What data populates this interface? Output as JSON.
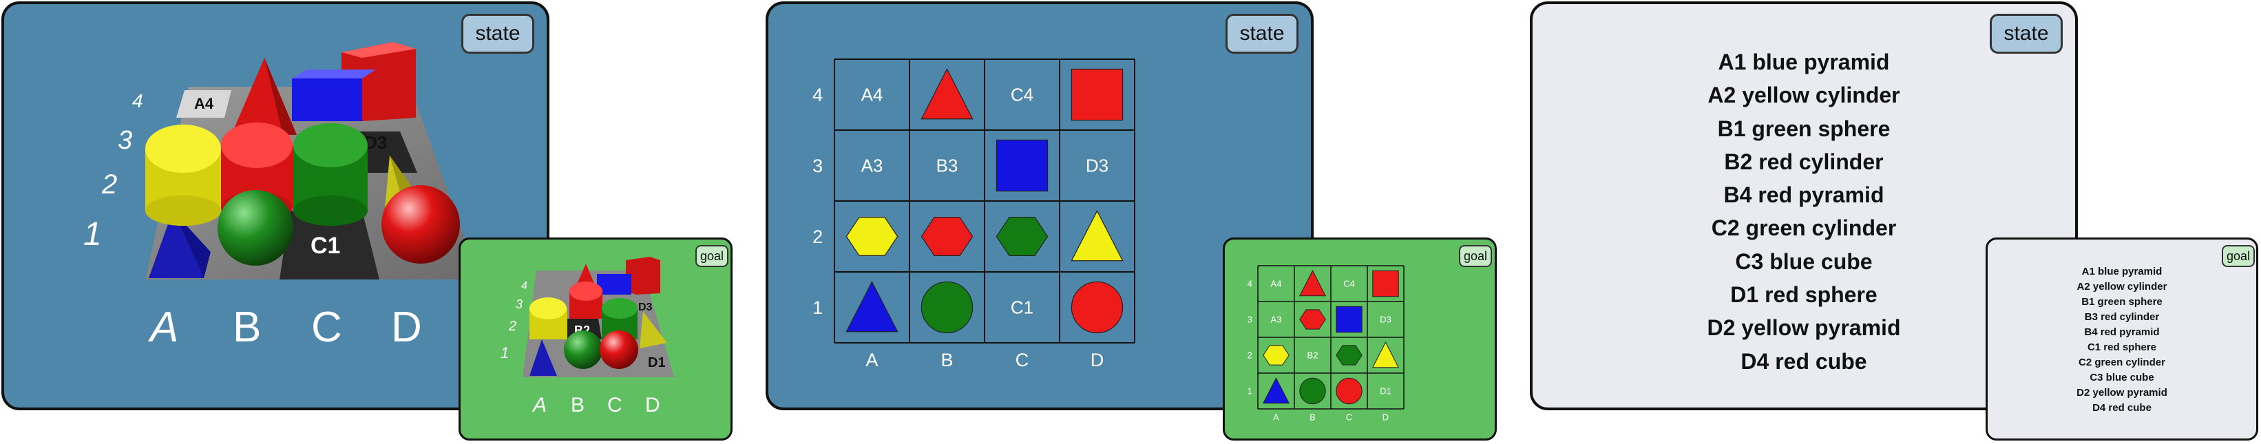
{
  "labels": {
    "state": "state",
    "goal": "goal"
  },
  "scene": {
    "rows": [
      "1",
      "2",
      "3",
      "4"
    ],
    "columns": [
      "A",
      "B",
      "C",
      "D"
    ],
    "state_tiles": [
      "A4",
      "D3",
      "C1"
    ],
    "goal_tiles": [
      "B2",
      "D3",
      "D1"
    ]
  },
  "grid": {
    "columns": [
      "A",
      "B",
      "C",
      "D"
    ],
    "rows": [
      "4",
      "3",
      "2",
      "1"
    ],
    "state_cells": [
      [
        {
          "text": "A4"
        },
        {
          "shape": "triangle",
          "color": "red"
        },
        {
          "text": "C4"
        },
        {
          "shape": "square",
          "color": "red"
        }
      ],
      [
        {
          "text": "A3"
        },
        {
          "text": "B3"
        },
        {
          "shape": "square",
          "color": "blue"
        },
        {
          "text": "D3"
        }
      ],
      [
        {
          "shape": "hexagon",
          "color": "yellow"
        },
        {
          "shape": "hexagon",
          "color": "red"
        },
        {
          "shape": "hexagon",
          "color": "green"
        },
        {
          "shape": "triangle",
          "color": "yellow"
        }
      ],
      [
        {
          "shape": "triangle",
          "color": "blue"
        },
        {
          "shape": "circle",
          "color": "green"
        },
        {
          "text": "C1"
        },
        {
          "shape": "circle",
          "color": "red"
        }
      ]
    ],
    "goal_cells": [
      [
        {
          "text": "A4"
        },
        {
          "shape": "triangle",
          "color": "red"
        },
        {
          "text": "C4"
        },
        {
          "shape": "square",
          "color": "red"
        }
      ],
      [
        {
          "text": "A3"
        },
        {
          "shape": "hexagon",
          "color": "red"
        },
        {
          "shape": "square",
          "color": "blue"
        },
        {
          "text": "D3"
        }
      ],
      [
        {
          "shape": "hexagon",
          "color": "yellow"
        },
        {
          "text": "B2"
        },
        {
          "shape": "hexagon",
          "color": "green"
        },
        {
          "shape": "triangle",
          "color": "yellow"
        }
      ],
      [
        {
          "shape": "triangle",
          "color": "blue"
        },
        {
          "shape": "circle",
          "color": "green"
        },
        {
          "shape": "circle",
          "color": "red"
        },
        {
          "text": "D1"
        }
      ]
    ]
  },
  "state_list": [
    "A1 blue pyramid",
    "A2 yellow cylinder",
    "B1 green sphere",
    "B2 red cylinder",
    "B4 red pyramid",
    "C2 green cylinder",
    "C3 blue cube",
    "D1 red sphere",
    "D2 yellow pyramid",
    "D4 red cube"
  ],
  "goal_list": [
    "A1 blue pyramid",
    "A2 yellow cylinder",
    "B1 green sphere",
    "B3 red cylinder",
    "B4 red pyramid",
    "C1 red sphere",
    "C2 green cylinder",
    "C3 blue cube",
    "D2 yellow pyramid",
    "D4 red cube"
  ],
  "colors": {
    "panel_blue": "#4f87aa",
    "panel_green": "#5fbf61",
    "panel_gray": "#e9ebf0",
    "red": "#ee1b1b",
    "blue": "#1414e0",
    "yellow": "#f2ef12",
    "green": "#137d13"
  }
}
